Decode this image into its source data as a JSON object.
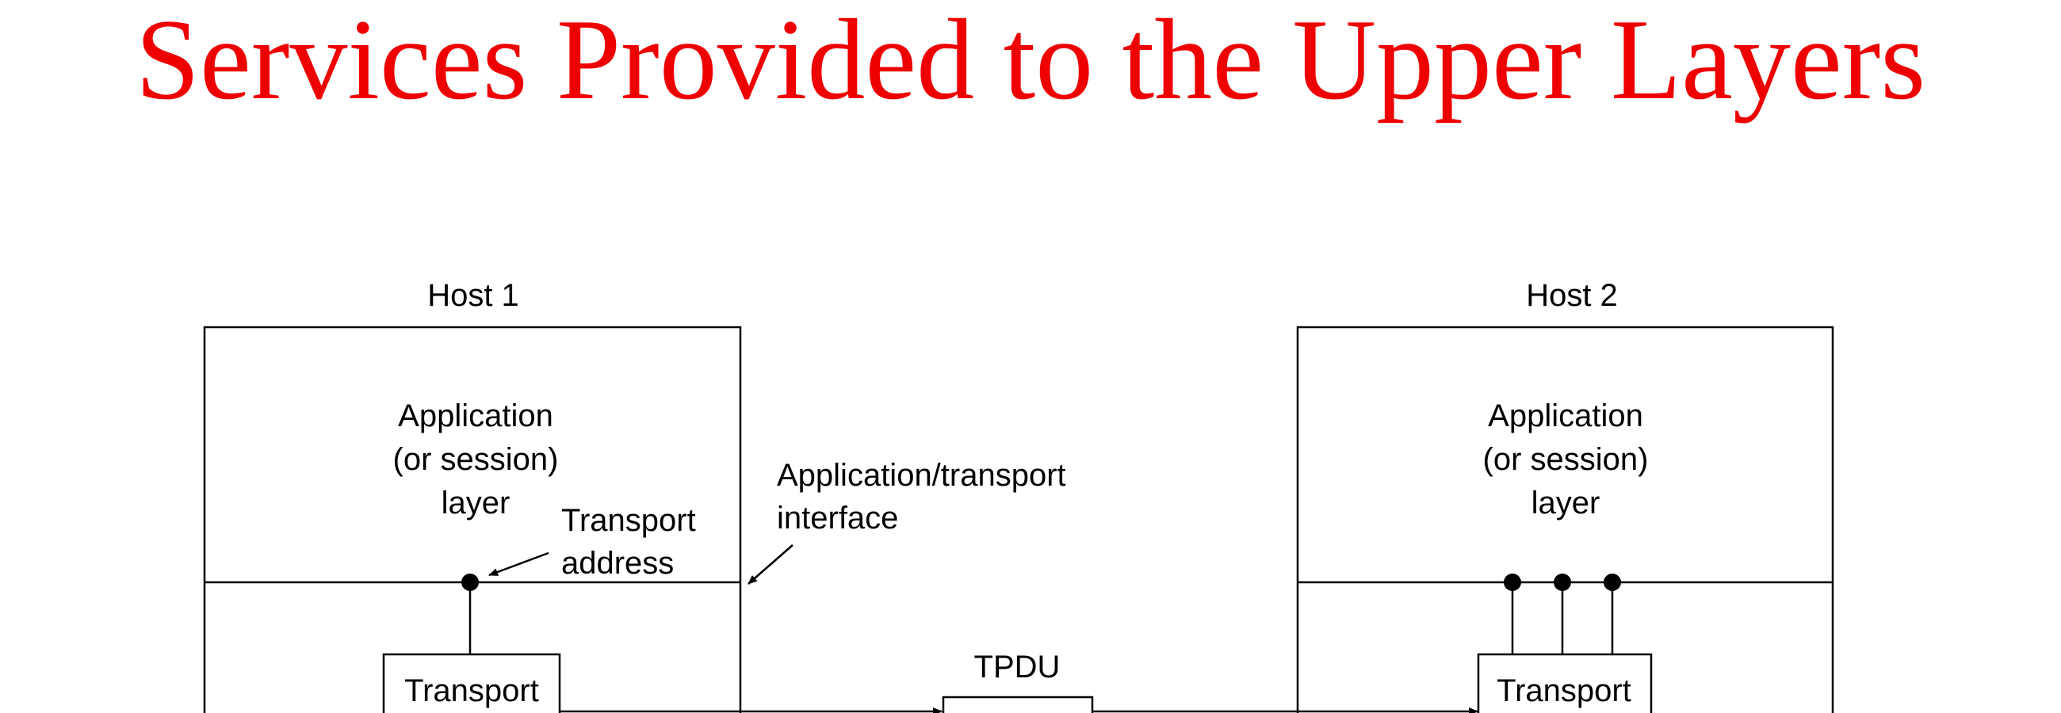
{
  "title": "Services Provided to the Upper Layers",
  "colors": {
    "title": "#ee0000",
    "line": "#000000",
    "background": "#ffffff"
  },
  "diagram": {
    "host1": {
      "label": "Host 1",
      "app_layer_lines": [
        "Application",
        "(or session)",
        "layer"
      ],
      "transport_entity": "Transport"
    },
    "host2": {
      "label": "Host 2",
      "app_layer_lines": [
        "Application",
        "(or session)",
        "layer"
      ],
      "transport_entity": "Transport"
    },
    "annotations": {
      "transport_address_lines": [
        "Transport",
        "address"
      ],
      "interface_lines": [
        "Application/transport",
        "interface"
      ],
      "tpdu": "TPDU"
    }
  }
}
